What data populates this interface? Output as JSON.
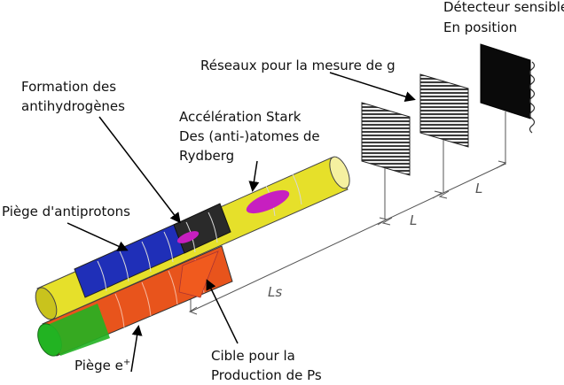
{
  "labels": {
    "detector_line1": "Détecteur sensible",
    "detector_line2": "En position",
    "gratings": "Réseaux pour la mesure de g",
    "formation_line1": "Formation des",
    "formation_line2": "antihydrogènes",
    "stark_line1": "Accélération Stark",
    "stark_line2": "Des (anti-)atomes de",
    "stark_line3": "Rydberg",
    "antiproton_trap": "Piège d'antiprotons",
    "positron_trap_base": "Piège e",
    "positron_trap_sup": "+",
    "target_line1": "Cible pour la",
    "target_line2": "Production de Ps"
  },
  "distance_marks": {
    "ls": "Ls",
    "l1": "L",
    "l2": "L"
  },
  "colors": {
    "outer_tube": "#e6e02a",
    "antiproton_trap": "#1f2fb8",
    "positron_tube": "#e8541c",
    "positron_end": "#22b322",
    "plasma": "#c71fc0",
    "target": "#f05a1e",
    "grating": "#3a3a3a",
    "detector": "#0a0a0a"
  }
}
